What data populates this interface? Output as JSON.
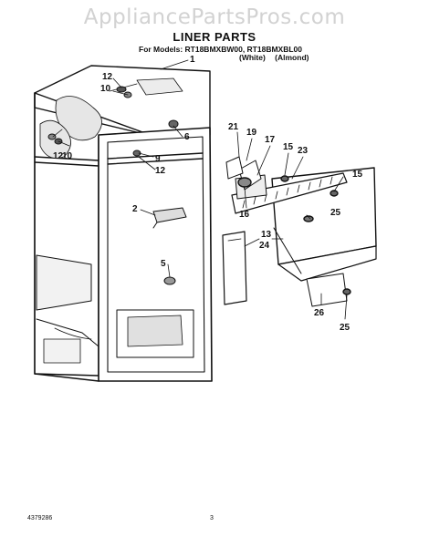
{
  "watermark": "AppliancePartsPros.com",
  "title": "LINER PARTS",
  "models_line": "For Models: RT18BMXBW00, RT18BMXBL00",
  "colors": [
    "(White)",
    "(Almond)"
  ],
  "callouts": {
    "c1": "1",
    "c2": "2",
    "c5": "5",
    "c6": "6",
    "c9": "9",
    "c10a": "10",
    "c10b": "10",
    "c12a": "12",
    "c12b": "12",
    "c12c": "12",
    "c13": "13",
    "c15a": "15",
    "c15b": "15",
    "c16": "16",
    "c17": "17",
    "c19": "19",
    "c21": "21",
    "c23": "23",
    "c24": "24",
    "c25a": "25",
    "c25b": "25",
    "c26": "26"
  },
  "footer": {
    "doc_number": "4379286",
    "page_number": "3"
  }
}
